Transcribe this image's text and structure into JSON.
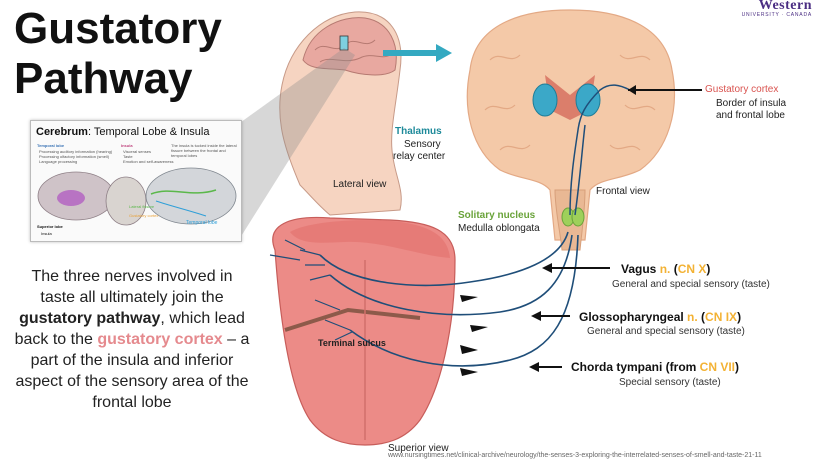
{
  "title": {
    "line1": "Gustatory",
    "line2": "Pathway"
  },
  "logo": {
    "name": "Western",
    "subtitle": "UNIVERSITY · CANADA"
  },
  "inset": {
    "title_main": "Cerebrum",
    "title_sub": ": Temporal Lobe & Insula",
    "temporal_lobe": "Temporal lobe",
    "temporal_items": [
      "Processing auditory information (hearing)",
      "Processing olfactory information (smell)",
      "Language processing"
    ],
    "insula": "Insula",
    "insula_items": [
      "Visceral senses",
      "Taste",
      "Emotion and self-awareness"
    ],
    "insula_note": "The insula is tucked inside the lateral fissure between the frontal and temporal lobes",
    "label_superior": "Superior lobe",
    "label_insula": "Insula",
    "label_lateral": "Lateral fissure",
    "label_gustatory": "Gustatory cortex",
    "label_temporal": "Temporal lobe"
  },
  "description": {
    "part1": "The three nerves involved in taste all ultimately join the ",
    "bold": "gustatory pathway",
    "part2": ", which lead back to the ",
    "pink": "gustatory cortex",
    "part3": " – a part of the insula and inferior aspect of the sensory area of the frontal lobe"
  },
  "labels": {
    "lateral_view": "Lateral view",
    "frontal_view": "Frontal view",
    "superior_view": "Superior view",
    "thalamus": "Thalamus",
    "thalamus_sub1": "Sensory",
    "thalamus_sub2": "relay center",
    "gustatory_cortex": "Gustatory cortex",
    "gustatory_sub1": "Border of insula",
    "gustatory_sub2": "and frontal lobe",
    "solitary": "Solitary nucleus",
    "solitary_sub": "Medulla oblongata",
    "terminal_sulcus": "Terminal sulcus"
  },
  "nerves": [
    {
      "name": "Vagus ",
      "mid": "n.",
      "open": " (",
      "cn": "CN X",
      "close": ")",
      "sub": "General and special sensory (taste)"
    },
    {
      "name": "Glossopharyngeal ",
      "mid": "n.",
      "open": " (",
      "cn": "CN IX",
      "close": ")",
      "sub": "General and special sensory (taste)"
    },
    {
      "name": "Chorda tympani (from ",
      "mid": "",
      "open": "",
      "cn": "CN VII",
      "close": ")",
      "sub": "Special sensory (taste)"
    }
  ],
  "source": "www.nursingtimes.net/clinical-archive/neurology/the-senses-3-exploring-the-interrelated-senses-of-smell-and-taste-21-11",
  "colors": {
    "teal": "#1e8a9a",
    "green": "#6aa33a",
    "pink": "#e58a8e",
    "cn_yellow": "#f3b234",
    "brain": "#f2c7a5",
    "tongue": "#ec8b87"
  }
}
